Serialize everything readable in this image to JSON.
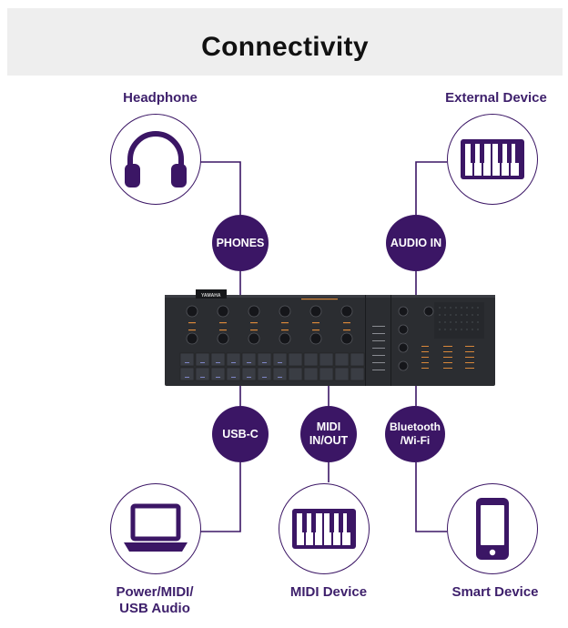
{
  "title": "Connectivity",
  "devices": {
    "headphone": "Headphone",
    "external_device": "External Device",
    "power_midi_usb_line1": "Power/MIDI/",
    "power_midi_usb_line2": "USB Audio",
    "midi_device": "MIDI Device",
    "smart_device": "Smart Device"
  },
  "ports": {
    "phones": "PHONES",
    "audio_in": "AUDIO IN",
    "usb_c": "USB-C",
    "midi_line1": "MIDI",
    "midi_line2": "IN/OUT",
    "bt_line1": "Bluetooth",
    "bt_line2": "/Wi-Fi"
  },
  "synth": {
    "brand": "YAMAHA"
  },
  "colors": {
    "accent": "#3b1665",
    "label": "#3d1f6b",
    "header_bg": "#eeeeee",
    "synth_body": "#2b2d31"
  }
}
